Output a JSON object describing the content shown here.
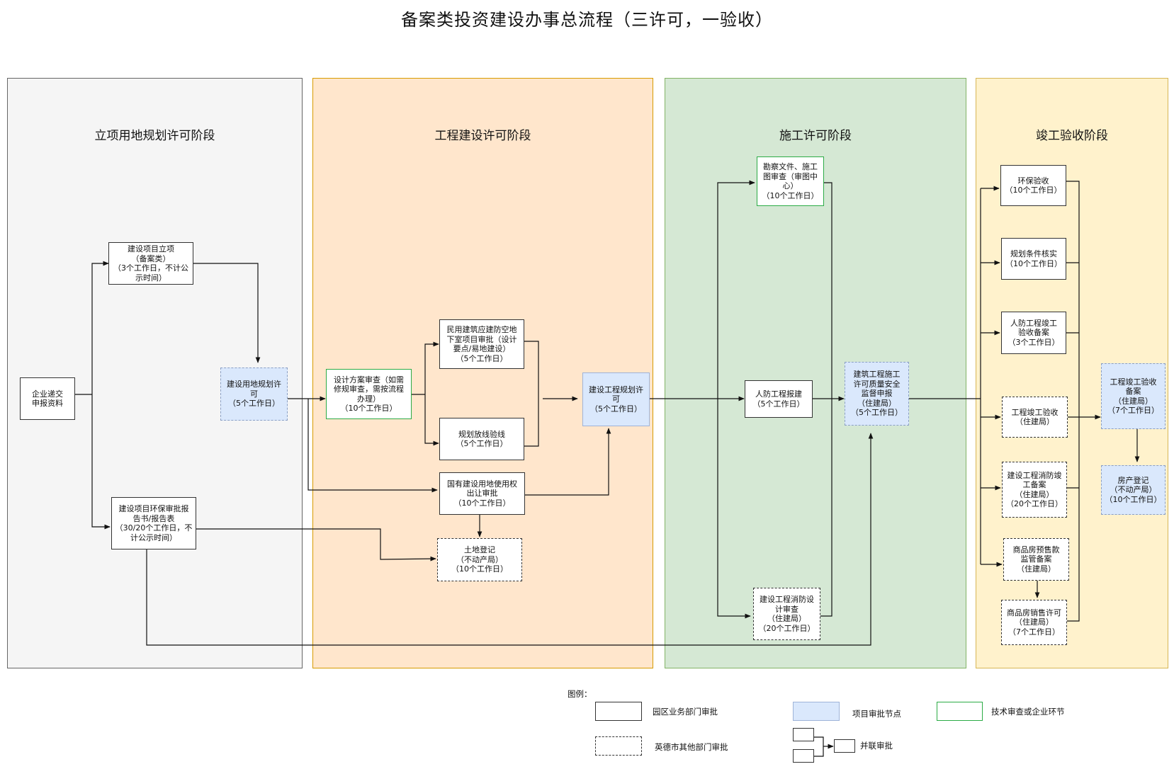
{
  "title": "备案类投资建设办事总流程（三许可，一验收）",
  "colors": {
    "panel_gray_bg": "#f5f5f5",
    "panel_gray_border": "#666666",
    "panel_orange_bg": "#ffe6cc",
    "panel_orange_border": "#d79b00",
    "panel_green_bg": "#d5e8d4",
    "panel_green_border": "#82b366",
    "panel_yellow_bg": "#fff2cc",
    "panel_yellow_border": "#d6b656",
    "approval_node_fill": "#dae8fc",
    "tech_review_border": "#2bab45"
  },
  "stages": [
    {
      "id": "s1",
      "title": "立项用地规划许可阶段"
    },
    {
      "id": "s2",
      "title": "工程建设许可阶段"
    },
    {
      "id": "s3",
      "title": "施工许可阶段"
    },
    {
      "id": "s4",
      "title": "竣工验收阶段"
    }
  ],
  "nodes": {
    "n_submit": "企业递交\n申报资料",
    "n_project_approval": "建设项目立项\n（备案类）\n（3个工作日，不计公\n示时间）",
    "n_env_approval": "建设项目环保审批报\n告书/报告表\n（30/20个工作日，不\n计公示时间）",
    "n_land_plan_permit": "建设用地规划许\n可\n（5个工作日）",
    "n_design_review": "设计方案审查（如需\n修规审查，需按流程\n办理）\n（10个工作日）",
    "n_civil_air_defense": "民用建筑应建防空地\n下室项目审批（设计\n要点/易地建设）\n（5个工作日）",
    "n_setout_check": "规划放线验线\n（5个工作日）",
    "n_land_transfer": "国有建设用地使用权\n出让审批\n（10个工作日）",
    "n_land_register": "土地登记\n（不动产局）\n（10个工作日）",
    "n_eng_plan_permit": "建设工程规划许\n可\n（5个工作日）",
    "n_survey_review": "勘察文件、施工\n图审查（审图中\n心）\n（10个工作日）",
    "n_civil_air_report": "人防工程报建\n（5个工作日）",
    "n_fire_design": "建设工程消防设\n计审查\n（住建局）\n（20个工作日）",
    "n_construction_permit": "建筑工程施工\n许可质量安全\n监督申报\n（住建局）\n（5个工作日）",
    "n_env_acceptance": "环保验收\n（10个工作日）",
    "n_plan_verify": "规划条件核实\n（10个工作日）",
    "n_civil_air_accept": "人防工程竣工\n验收备案\n（3个工作日）",
    "n_completion_accept": "工程竣工验收\n（住建局）",
    "n_fire_accept": "建设工程消防竣\n工备案\n（住建局）\n（20个工作日）",
    "n_presale_fund": "商品房预售款\n监管备案\n（住建局）",
    "n_presale_permit": "商品房销售许可\n（住建局）\n（7个工作日）",
    "n_completion_record": "工程竣工验收\n备案\n（住建局）\n（7个工作日）",
    "n_property_register": "房产登记\n（不动产局）\n（10个工作日）"
  },
  "legend": {
    "title": "图例：",
    "park_dept": "园区业务部门审批",
    "approval_node": "项目审批节点",
    "tech_review": "技术审查或企业环节",
    "city_other": "英德市其他部门审批",
    "parallel": "并联审批"
  }
}
